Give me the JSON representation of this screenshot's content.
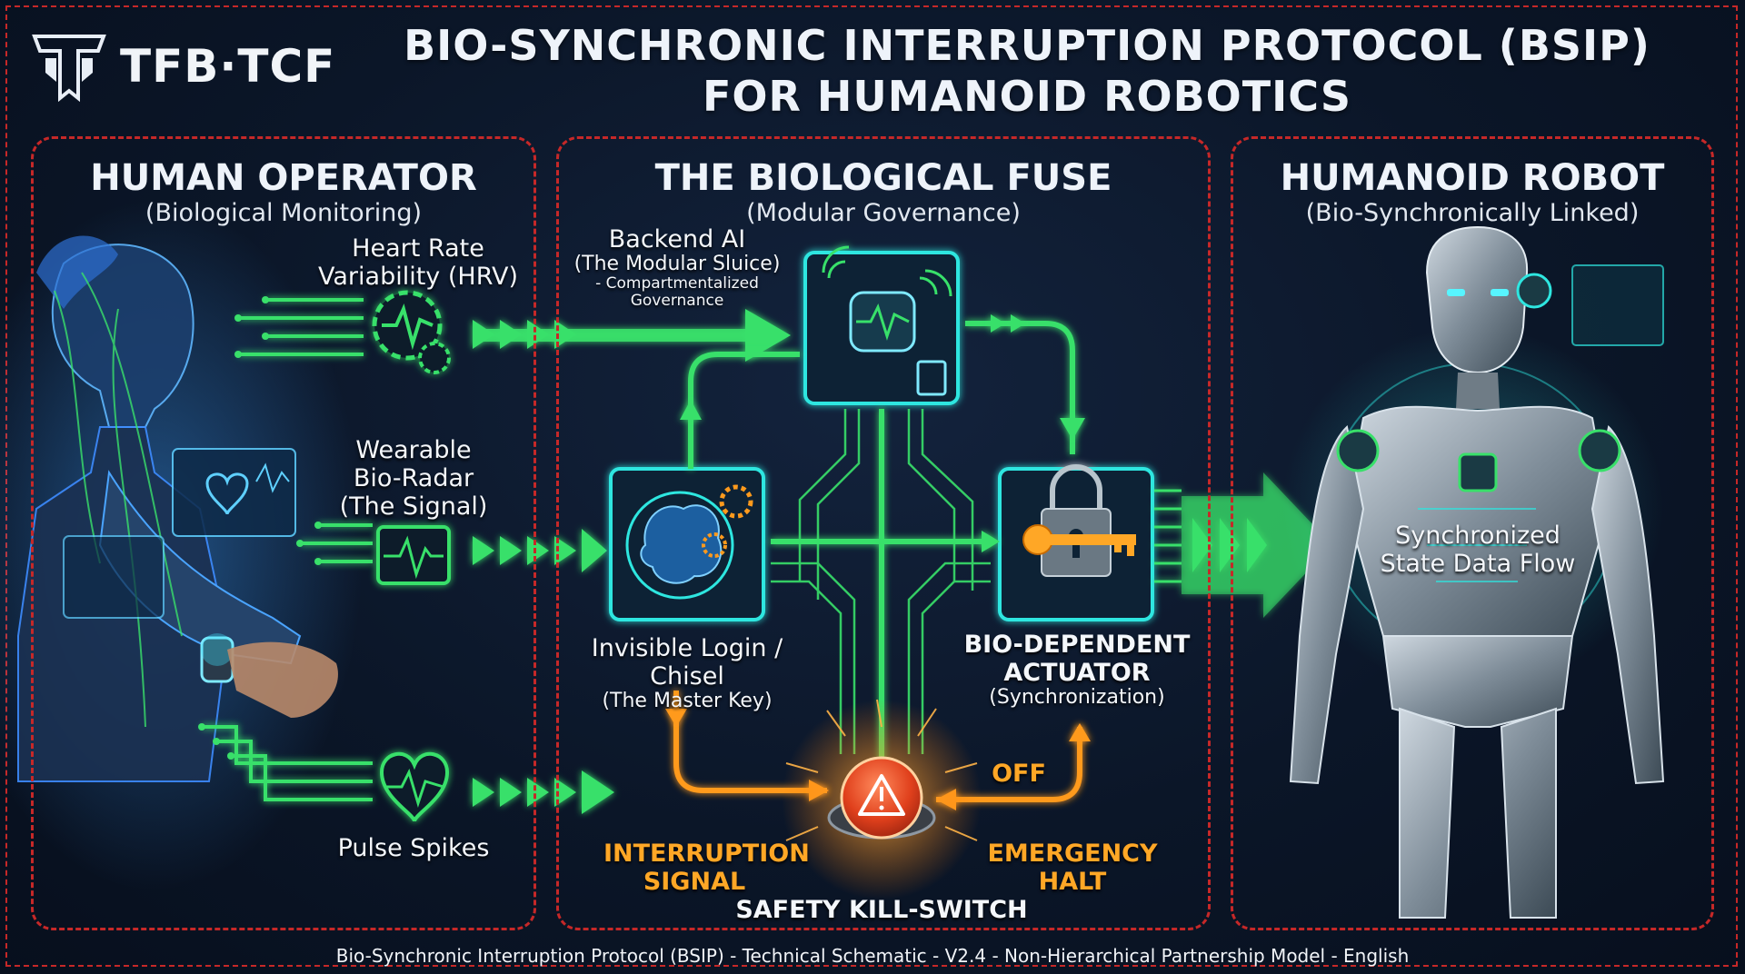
{
  "brand": {
    "name": "TFB·TCF"
  },
  "title": {
    "line1": "BIO-SYNCHRONIC INTERRUPTION PROTOCOL (BSIP)",
    "line2": "FOR HUMANOID ROBOTICS"
  },
  "panels": {
    "left": {
      "title": "HUMAN OPERATOR",
      "subtitle": "(Biological Monitoring)"
    },
    "middle": {
      "title": "THE BIOLOGICAL FUSE",
      "subtitle": "(Modular Governance)"
    },
    "right": {
      "title": "HUMANOID ROBOT",
      "subtitle": "(Bio-Synchronically Linked)"
    }
  },
  "inputs": {
    "hrv": {
      "line1": "Heart Rate",
      "line2": "Variability (HRV)"
    },
    "radar": {
      "line1": "Wearable",
      "line2": "Bio-Radar",
      "line3": "(The Signal)"
    },
    "pulse": {
      "label": "Pulse Spikes"
    }
  },
  "backend": {
    "line1": "Backend AI",
    "line2": "(The Modular Sluice)",
    "line3": "- Compartmentalized",
    "line4": "Governance"
  },
  "login": {
    "line1": "Invisible Login / Chisel",
    "line2": "(The Master Key)"
  },
  "actuator": {
    "line1": "BIO-DEPENDENT",
    "line2": "ACTUATOR",
    "line3": "(Synchronization)"
  },
  "killswitch": {
    "label": "SAFETY KILL-SWITCH",
    "off": "OFF",
    "interrupt": {
      "line1": "INTERRUPTION",
      "line2": "SIGNAL"
    },
    "halt": {
      "line1": "EMERGENCY",
      "line2": "HALT"
    }
  },
  "robot": {
    "line1": "Synchronized",
    "line2": "State Data Flow"
  },
  "footer": "Bio-Synchronic Interruption Protocol (BSIP) - Technical Schematic - V2.4 - Non-Hierarchical Partnership Model - English",
  "colors": {
    "green": "#39e06a",
    "orange": "#ff9a1f",
    "red": "#c62828",
    "cyan": "#2ee6e0"
  }
}
